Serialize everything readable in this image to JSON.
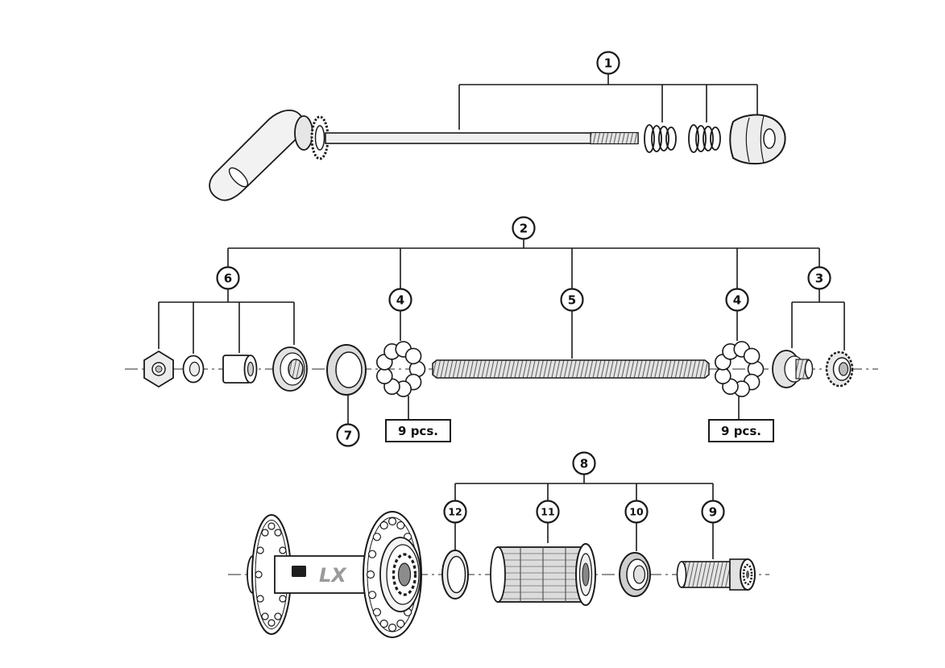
{
  "diagram": {
    "callouts": {
      "c1": "1",
      "c2": "2",
      "c3": "3",
      "c4": "4",
      "c5": "5",
      "c6": "6",
      "c7": "7",
      "c8": "8",
      "c9": "9",
      "c10": "10",
      "c11": "11",
      "c12": "12"
    },
    "notes": {
      "left_qty": "9 pcs.",
      "right_qty": "9 pcs."
    },
    "hub_logo": "LX",
    "colors": {
      "ink": "#1a1a1a",
      "paper": "#ffffff",
      "shade_light": "#e6e6e6",
      "shade_mid": "#bfbfbf"
    }
  }
}
